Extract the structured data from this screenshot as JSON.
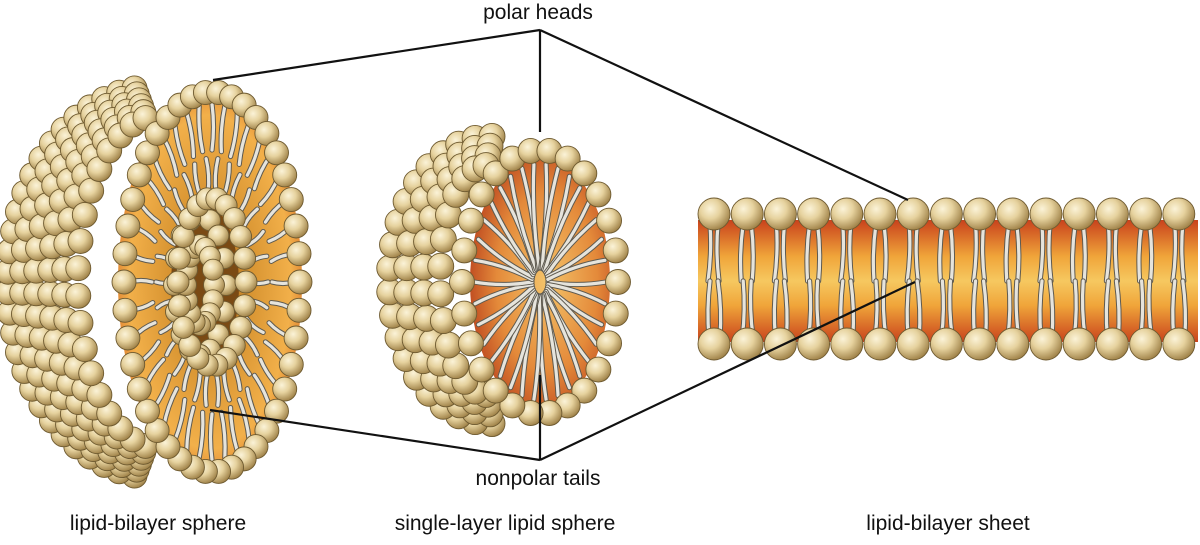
{
  "labels": {
    "polar_heads": "polar heads",
    "nonpolar_tails": "nonpolar tails"
  },
  "captions": {
    "bilayer_sphere": "lipid-bilayer sphere",
    "single_layer_sphere": "single-layer lipid sphere",
    "bilayer_sheet": "lipid-bilayer sheet"
  },
  "colors": {
    "head_light": "#f6ecc8",
    "head_mid": "#e2cc94",
    "head_dark": "#a88a4e",
    "tail_fill": "#e6e4dc",
    "tail_stroke": "#5e5a50",
    "core_orange": "#f0a53a",
    "core_red": "#c8421c",
    "core_dark": "#8a5a1a",
    "line": "#111111"
  }
}
